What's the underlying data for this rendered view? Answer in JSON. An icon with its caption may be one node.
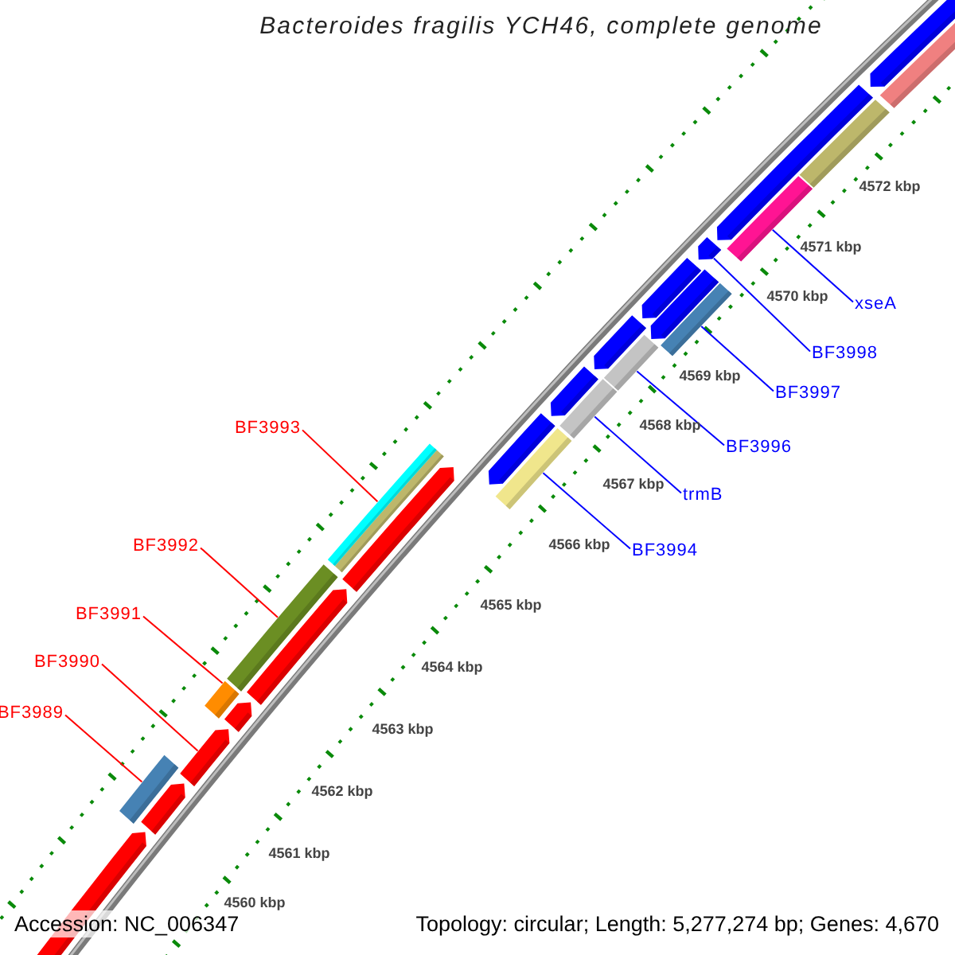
{
  "diagram": {
    "title": "Bacteroides fragilis YCH46, complete genome",
    "nodes": [
      {
        "text": [
          "xseA"
        ]
      },
      {
        "text": [
          "BF3998"
        ]
      },
      {
        "text": [
          "BF3997"
        ]
      },
      {
        "text": [
          "BF3993"
        ]
      },
      {
        "text": [
          "BF3996"
        ]
      },
      {
        "text": [
          "trmB"
        ]
      },
      {
        "text": [
          "BF3992"
        ]
      },
      {
        "text": [
          "BF3994"
        ]
      },
      {
        "text": [
          "BF3991"
        ]
      },
      {
        "text": [
          "BF3990"
        ]
      },
      {
        "text": [
          "BF3989"
        ]
      },
      {
        "text": [],
        "shape": "bar"
      },
      {
        "text": [],
        "shape": "arrow"
      },
      {
        "text": [],
        "shape": "bar"
      },
      {
        "text": [],
        "shape": "bar"
      },
      {
        "text": [],
        "shape": "bar"
      },
      {
        "text": [],
        "shape": "bar"
      },
      {
        "text": [],
        "shape": "bar"
      },
      {
        "text": [],
        "shape": "bar"
      },
      {
        "text": [],
        "shape": "bar"
      },
      {
        "text": [],
        "shape": "arrow"
      },
      {
        "text": [],
        "shape": "bar"
      }
    ],
    "edges": [
      {
        "from": 0,
        "to": 11,
        "arrow": "none"
      },
      {
        "from": 1,
        "to": 12,
        "arrow": "none"
      },
      {
        "from": 2,
        "to": 13,
        "arrow": "none"
      },
      {
        "from": 3,
        "to": 14,
        "arrow": "none",
        "color": "#ff0000"
      },
      {
        "from": 4,
        "to": 15,
        "arrow": "none"
      },
      {
        "from": 5,
        "to": 16,
        "arrow": "none"
      },
      {
        "from": 6,
        "to": 17,
        "arrow": "none",
        "color": "#ff0000"
      },
      {
        "from": 7,
        "to": 18,
        "arrow": "none"
      },
      {
        "from": 8,
        "to": 19,
        "arrow": "none",
        "color": "#ff0000"
      },
      {
        "from": 9,
        "to": 20,
        "arrow": "none",
        "color": "#ff0000"
      },
      {
        "from": 10,
        "to": 21,
        "arrow": "none",
        "color": "#ff0000"
      }
    ],
    "labels": [
      "4572 kbp",
      "4571 kbp",
      "4570 kbp",
      "4569 kbp",
      "4568 kbp",
      "4567 kbp",
      "4566 kbp",
      "4565 kbp",
      "4564 kbp",
      "4563 kbp",
      "4562 kbp",
      "4561 kbp",
      "4560 kbp",
      "Accession: NC_006347",
      "Topology: circular; Length: 5,277,274 bp; Genes: 4,670"
    ]
  }
}
